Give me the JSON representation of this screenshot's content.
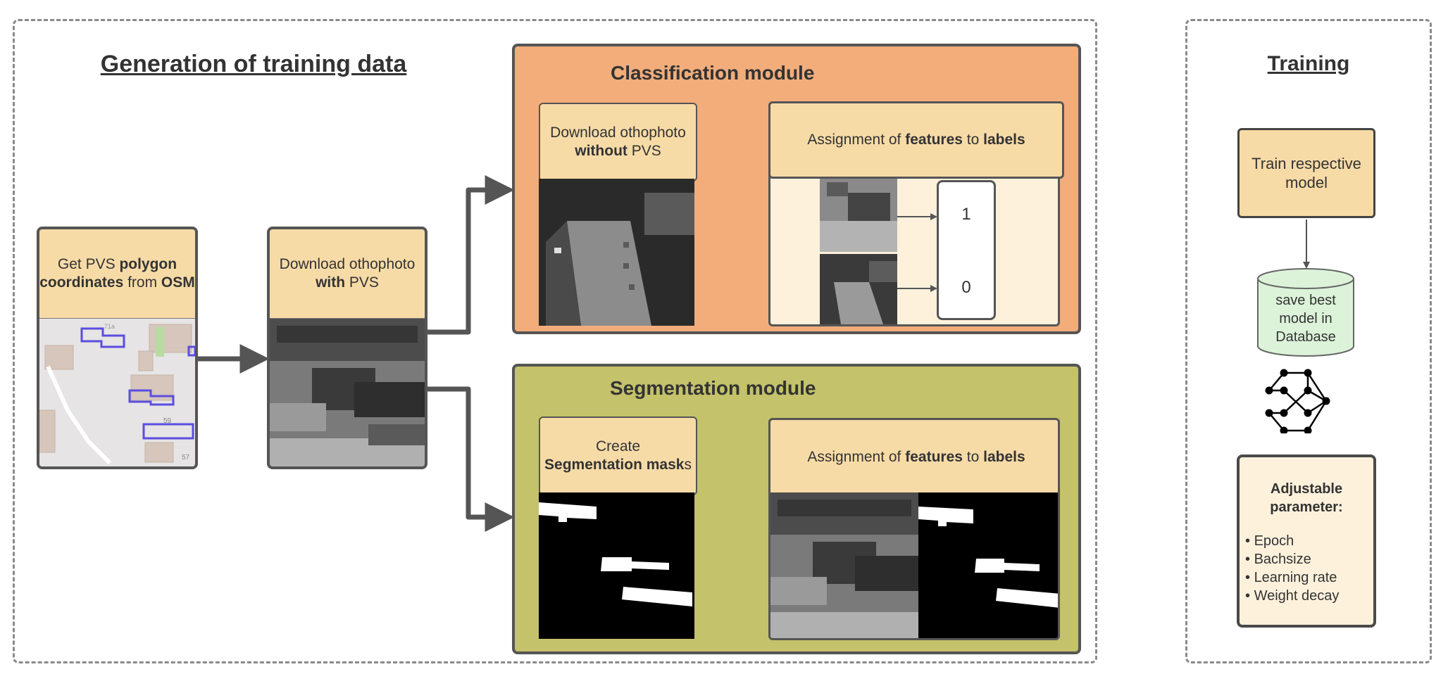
{
  "generation": {
    "title": "Generation of training data",
    "osm_box": {
      "t1": "Get PVS ",
      "b1": "polygon coordinates",
      "t2": " from ",
      "b2": "OSM"
    },
    "map_labels": [
      "71a",
      "59",
      "57"
    ],
    "with_box": {
      "t1": "Download othophoto ",
      "b1": "with",
      "t2": " PVS"
    }
  },
  "classification": {
    "title": "Classification module",
    "without_box": {
      "t1": "Download othophoto ",
      "b1": "without",
      "t2": "  PVS"
    },
    "assign": {
      "t1": "Assignment of ",
      "b1": "features",
      "t2": " to ",
      "b2": "labels"
    },
    "labels": [
      "1",
      "0"
    ]
  },
  "segmentation": {
    "title": "Segmentation module",
    "mask_box": {
      "t1": "Create ",
      "b1": "Segmentation mask",
      "t2": "s"
    },
    "assign": {
      "t1": "Assignment of ",
      "b1": "features",
      "t2": " to ",
      "b2": "labels"
    }
  },
  "training": {
    "title": "Training",
    "train_box": "Train respective model",
    "db_label": "save best model in Database",
    "params_title": "Adjustable parameter:",
    "params": [
      "Epoch",
      "Bachsize",
      "Learning rate",
      "Weight decay"
    ]
  },
  "colors": {
    "classification_bg": "#f2ad7b",
    "segmentation_bg": "#c4c26a",
    "box_bg": "#f7dba7",
    "panel_light": "#fdf1dc",
    "database_bg": "#dcf3d9",
    "polygon": "#5b4de0"
  }
}
